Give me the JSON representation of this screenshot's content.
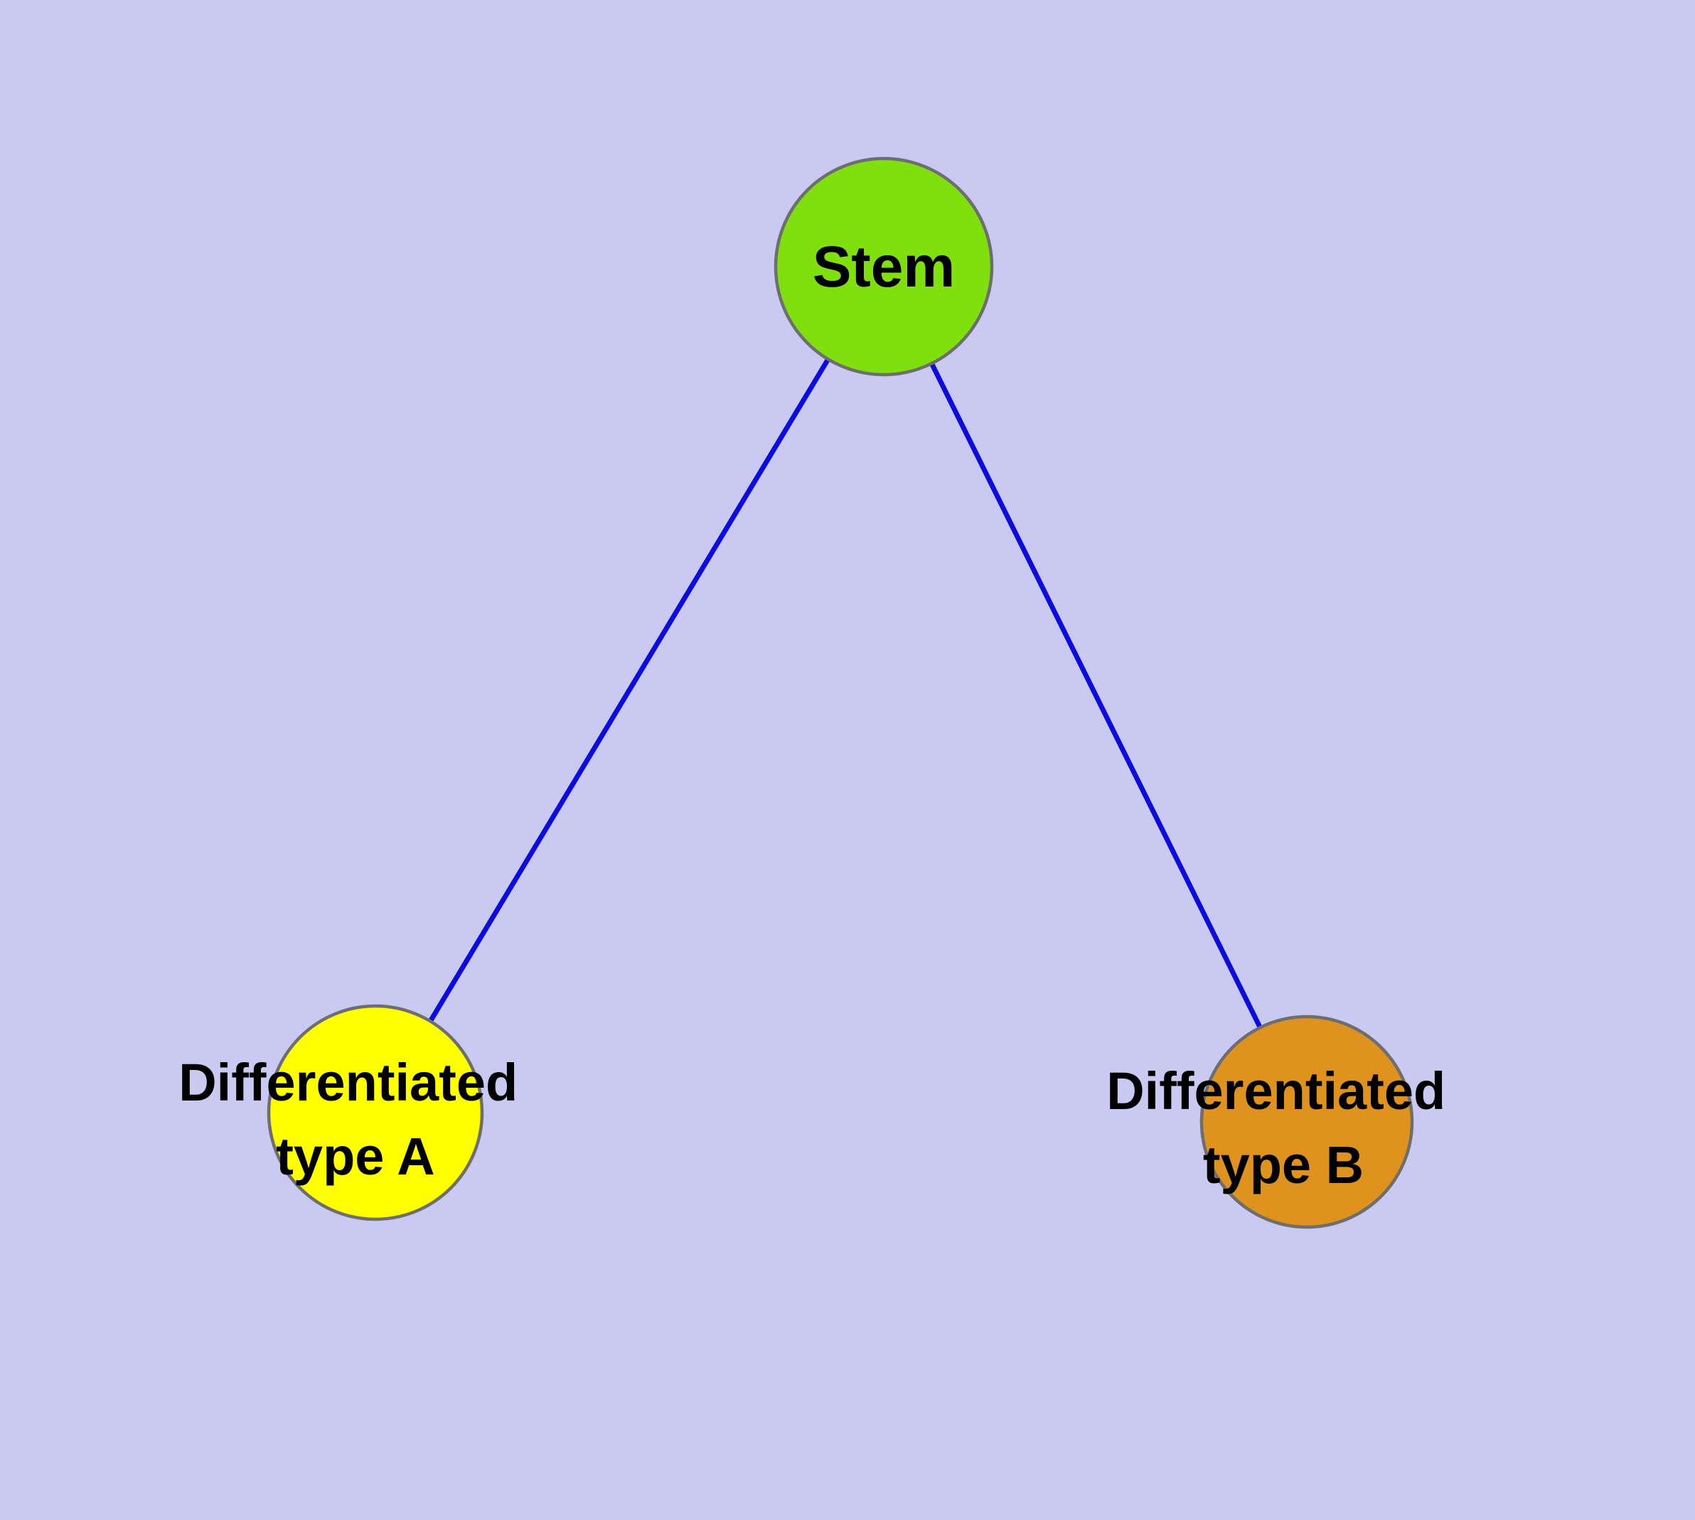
{
  "diagram": {
    "background_color": "#c9c9f2",
    "edge_color": "#0b0be0",
    "node_stroke_color": "#6e6e6e",
    "text_color": "#000000",
    "nodes": {
      "stem": {
        "label": "Stem",
        "fill": "#80e00e"
      },
      "type_a": {
        "label_line1": "Differentiated",
        "label_line2": "type A",
        "fill": "#ffff00"
      },
      "type_b": {
        "label_line1": "Differentiated",
        "label_line2": "type B",
        "fill": "#e0921f"
      }
    },
    "edges": [
      {
        "from": "stem",
        "to": "type_a"
      },
      {
        "from": "stem",
        "to": "type_b"
      }
    ]
  }
}
